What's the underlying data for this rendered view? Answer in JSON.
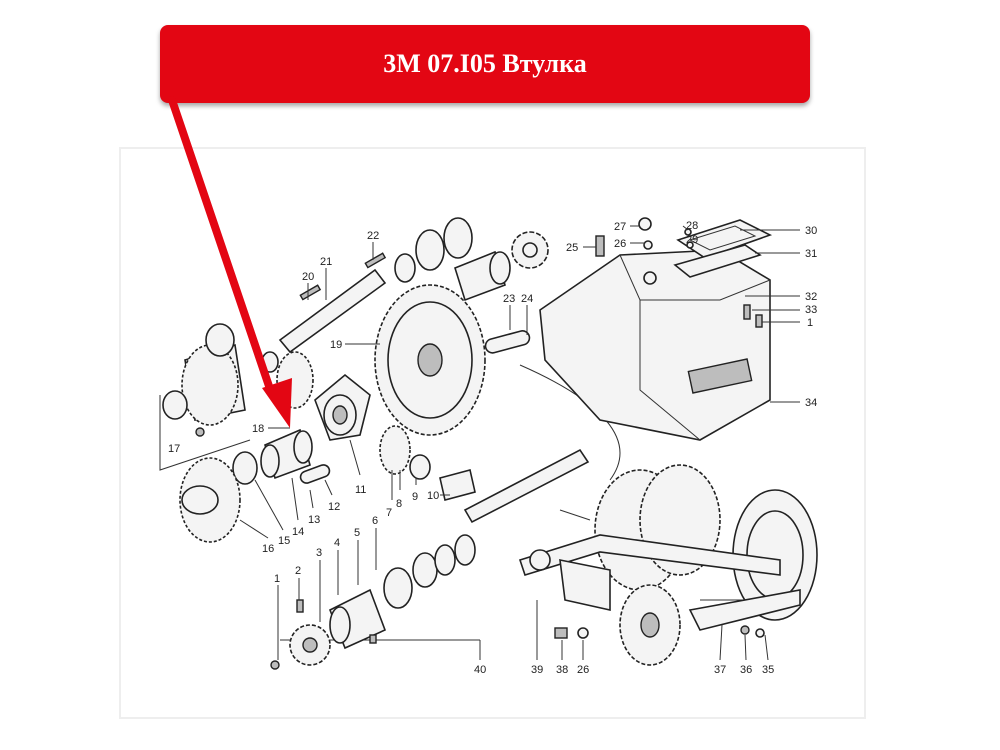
{
  "title": "3М 07.I05 Втулка",
  "accent_color": "#e30613",
  "callouts": [
    "1",
    "2",
    "3",
    "4",
    "5",
    "6",
    "7",
    "8",
    "9",
    "10",
    "11",
    "12",
    "13",
    "14",
    "15",
    "16",
    "17",
    "18",
    "19",
    "20",
    "21",
    "22",
    "23",
    "24",
    "25",
    "26",
    "27",
    "28",
    "29",
    "30",
    "31",
    "32",
    "33",
    "34",
    "35",
    "36",
    "37",
    "38",
    "39",
    "40"
  ],
  "highlighted_part": "18"
}
